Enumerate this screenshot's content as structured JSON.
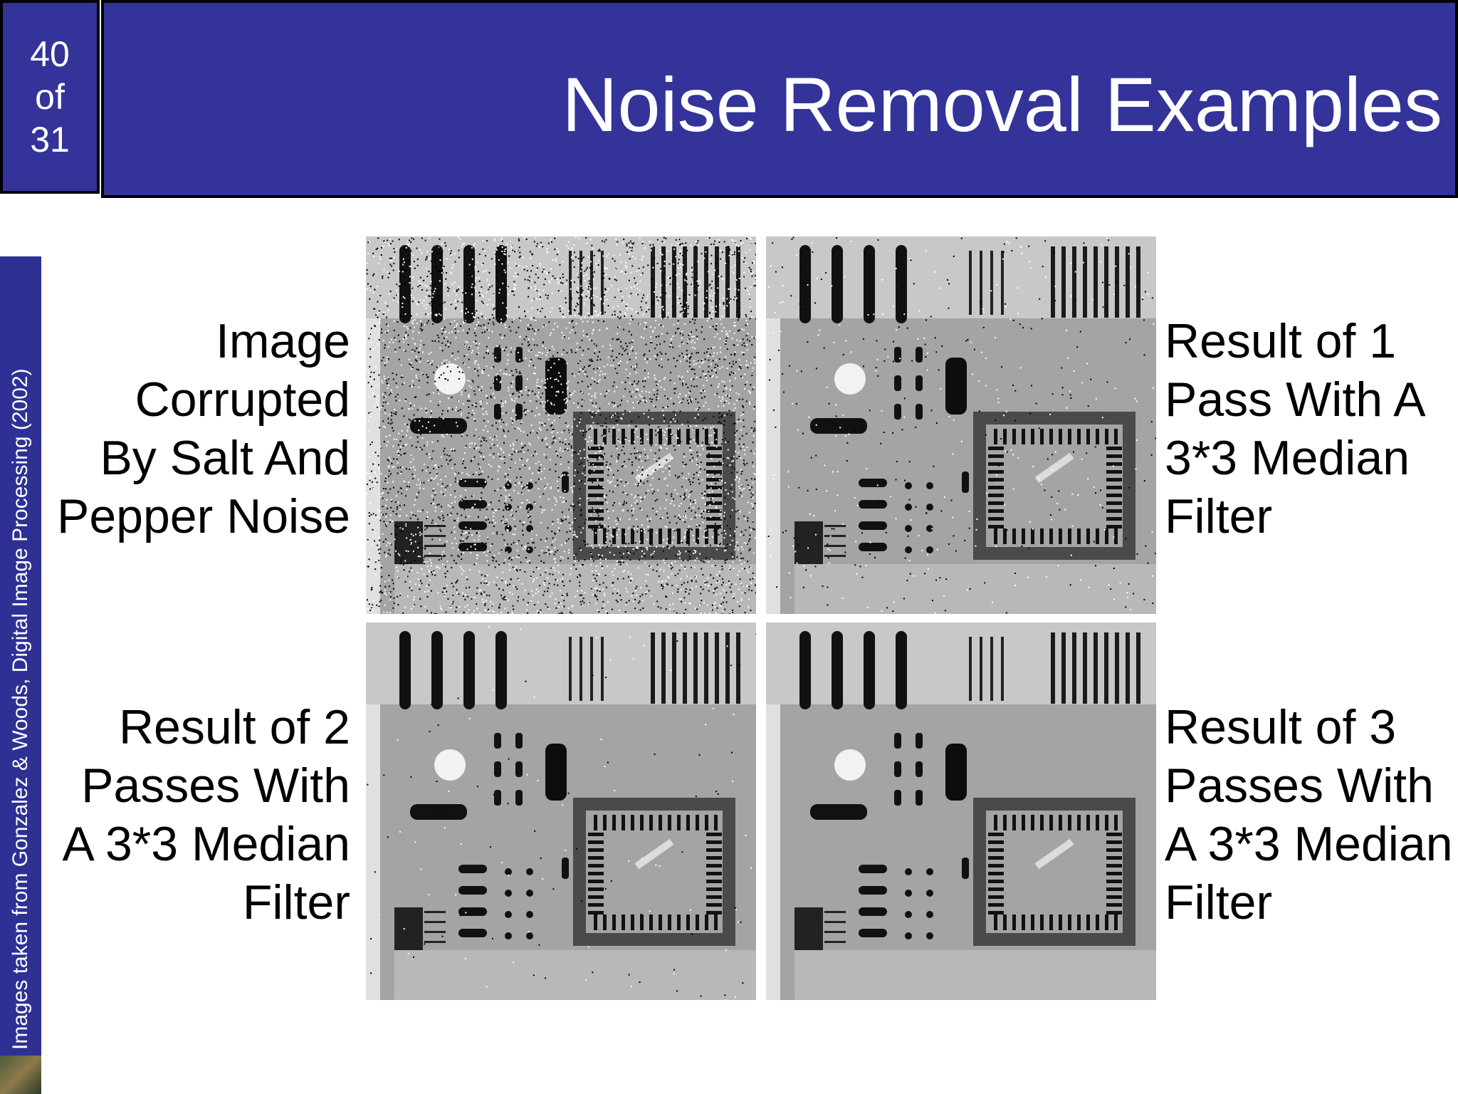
{
  "slide_number": {
    "current": "40",
    "of": "of",
    "total": "31"
  },
  "title": "Noise Removal Examples",
  "side_credit": "Images taken from Gonzalez & Woods, Digital Image Processing (2002)",
  "captions": {
    "top_left": [
      "Image",
      "Corrupted",
      "By Salt And",
      "Pepper Noise"
    ],
    "top_right": [
      "Result of 1",
      "Pass With A",
      "3*3 Median",
      "Filter"
    ],
    "bottom_left": [
      "Result of 2",
      "Passes With",
      "A 3*3 Median",
      "Filter"
    ],
    "bottom_right": [
      "Result of 3",
      "Passes With",
      "A 3*3 Median",
      "Filter"
    ]
  },
  "colors": {
    "header_blue": "#34339a",
    "sidebar_blue": "#2f3094"
  },
  "images": [
    {
      "id": "noisy",
      "noise_level": 0.9
    },
    {
      "id": "pass1",
      "noise_level": 0.08
    },
    {
      "id": "pass2",
      "noise_level": 0.02
    },
    {
      "id": "pass3",
      "noise_level": 0.0
    }
  ]
}
